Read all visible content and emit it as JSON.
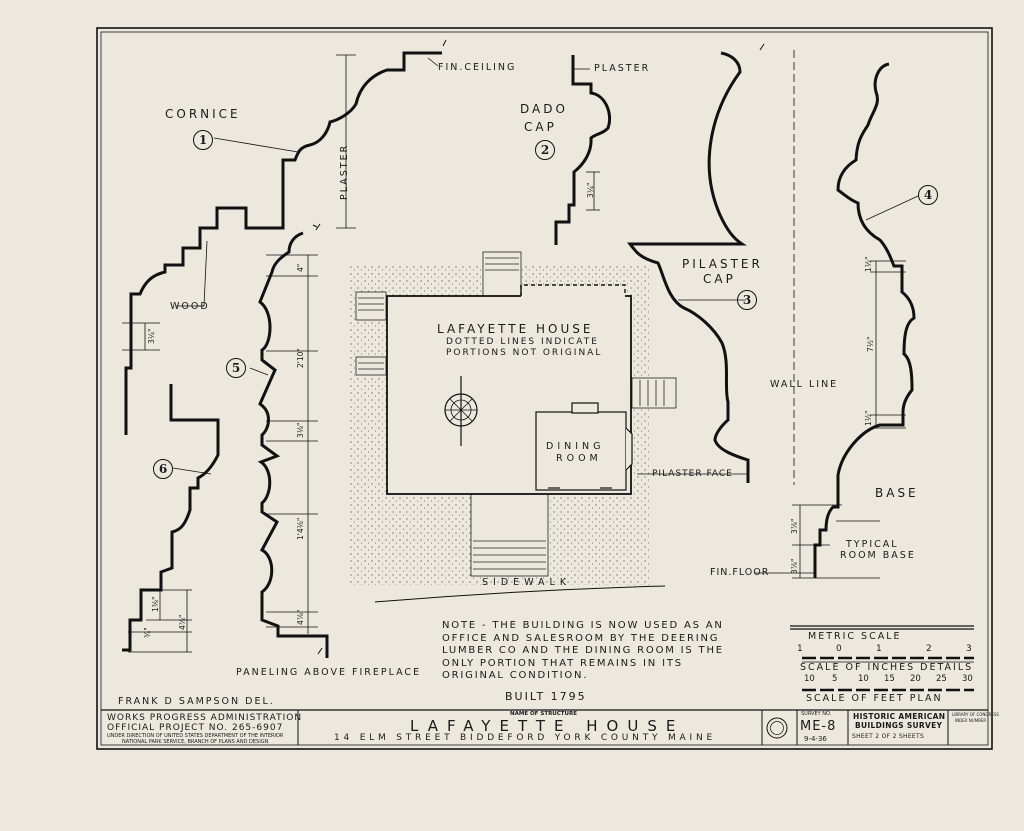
{
  "labels": {
    "cornice": "CORNICE",
    "fin_ceiling": "FIN.CEILING",
    "plaster_vertical": "PLASTER",
    "dado_cap_line1": "DADO",
    "dado_cap_line2": "CAP",
    "plaster": "PLASTER",
    "pilaster_cap_line1": "PILASTER",
    "pilaster_cap_line2": "CAP",
    "wall_line": "WALL LINE",
    "pilaster_face": "PILASTER FACE",
    "base": "BASE",
    "typical_room_base_line1": "TYPICAL",
    "typical_room_base_line2": "ROOM BASE",
    "fin_floor": "FIN.FLOOR",
    "wood": "WOOD",
    "paneling": "PANELING ABOVE FIREPLACE",
    "sidewalk": "SIDEWALK"
  },
  "callouts": [
    "1",
    "2",
    "3",
    "4",
    "5",
    "6"
  ],
  "plan": {
    "title": "LAFAYETTE HOUSE",
    "subtitle_line1": "DOTTED LINES INDICATE",
    "subtitle_line2": "PORTIONS NOT ORIGINAL",
    "dining_line1": "DINING",
    "dining_line2": "ROOM"
  },
  "dimensions": {
    "dado": "3¼\"",
    "wood": "3¼\"",
    "panel_1": "4\"",
    "panel_2": "2'10\"",
    "panel_3": "3⅛\"",
    "panel_4": "1'4⅛\"",
    "panel_5": "4⅞\"",
    "s6_a": "1⅜\"",
    "s6_b": "4⅞\"",
    "s6_c": "¾\"",
    "base_1": "1½\"",
    "base_2": "7½\"",
    "base_3": "1½\"",
    "room_base_1": "3⅞\"",
    "room_base_2": "3⅞\""
  },
  "note": {
    "line1": "NOTE - THE BUILDING IS NOW USED AS AN",
    "line2": "OFFICE AND SALESROOM BY THE DEERING",
    "line3": "LUMBER CO AND THE DINING ROOM IS THE",
    "line4": "ONLY PORTION THAT REMAINS IN ITS",
    "line5": "ORIGINAL CONDITION."
  },
  "scales": {
    "metric_label": "METRIC SCALE",
    "metric_ticks": [
      "1",
      "0",
      "1",
      "2",
      "3"
    ],
    "inches_label": "SCALE OF INCHES DETAILS",
    "inches_ticks": [
      "10",
      "5",
      "10",
      "15",
      "20",
      "25",
      "30"
    ],
    "feet_label": "SCALE OF FEET PLAN"
  },
  "delineator": "FRANK D SAMPSON DEL.",
  "built": "BUILT 1795",
  "title_block": {
    "wpa_line1": "WORKS PROGRESS ADMINISTRATION",
    "wpa_line2": "OFFICIAL PROJECT NO. 265-6907",
    "wpa_line3": "UNDER DIRECTION OF UNITED STATES DEPARTMENT OF THE INTERIOR",
    "wpa_line4": "NATIONAL PARK SERVICE, BRANCH OF PLANS AND DESIGN",
    "name_caption": "NAME OF STRUCTURE",
    "name": "LAFAYETTE HOUSE",
    "address": "14 ELM STREET BIDDEFORD YORK COUNTY MAINE",
    "survey_caption": "SURVEY NO.",
    "survey_no": "ME-8",
    "survey_date": "9-4-36",
    "habs_line1": "HISTORIC AMERICAN",
    "habs_line2": "BUILDINGS SURVEY",
    "sheet_text": "SHEET 2 OF 2 SHEETS",
    "lc_line1": "LIBRARY OF CONGRESS",
    "lc_line2": "INDEX NUMBER"
  }
}
